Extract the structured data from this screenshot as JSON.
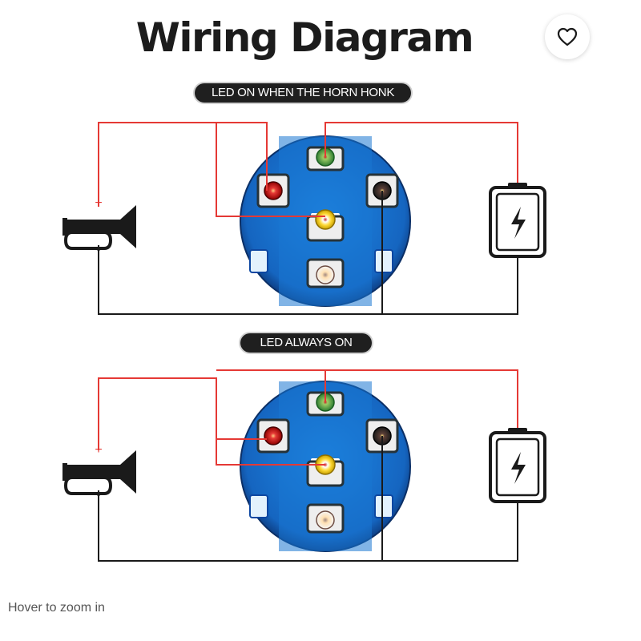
{
  "title": "Wiring Diagram",
  "favorite_icon": "heart-icon",
  "sections": [
    {
      "label": "LED ON WHEN THE HORN HONK"
    },
    {
      "label": "LED ALWAYS ON"
    }
  ],
  "terminal_signs": {
    "plus": "+",
    "minus": "-"
  },
  "icons": [
    "horn-icon",
    "battery-icon",
    "lightning-bolt-icon",
    "push-button-switch-icon"
  ],
  "colors": {
    "wire_positive": "#e53935",
    "wire_negative": "#1a1a1a",
    "switch_body": "#1565c0",
    "terminal_green": "#43a047",
    "terminal_red": "#e53935",
    "terminal_yellow": "#fdd835",
    "terminal_black": "#2b2b2b"
  },
  "footer": {
    "hint": "Hover to zoom in"
  }
}
